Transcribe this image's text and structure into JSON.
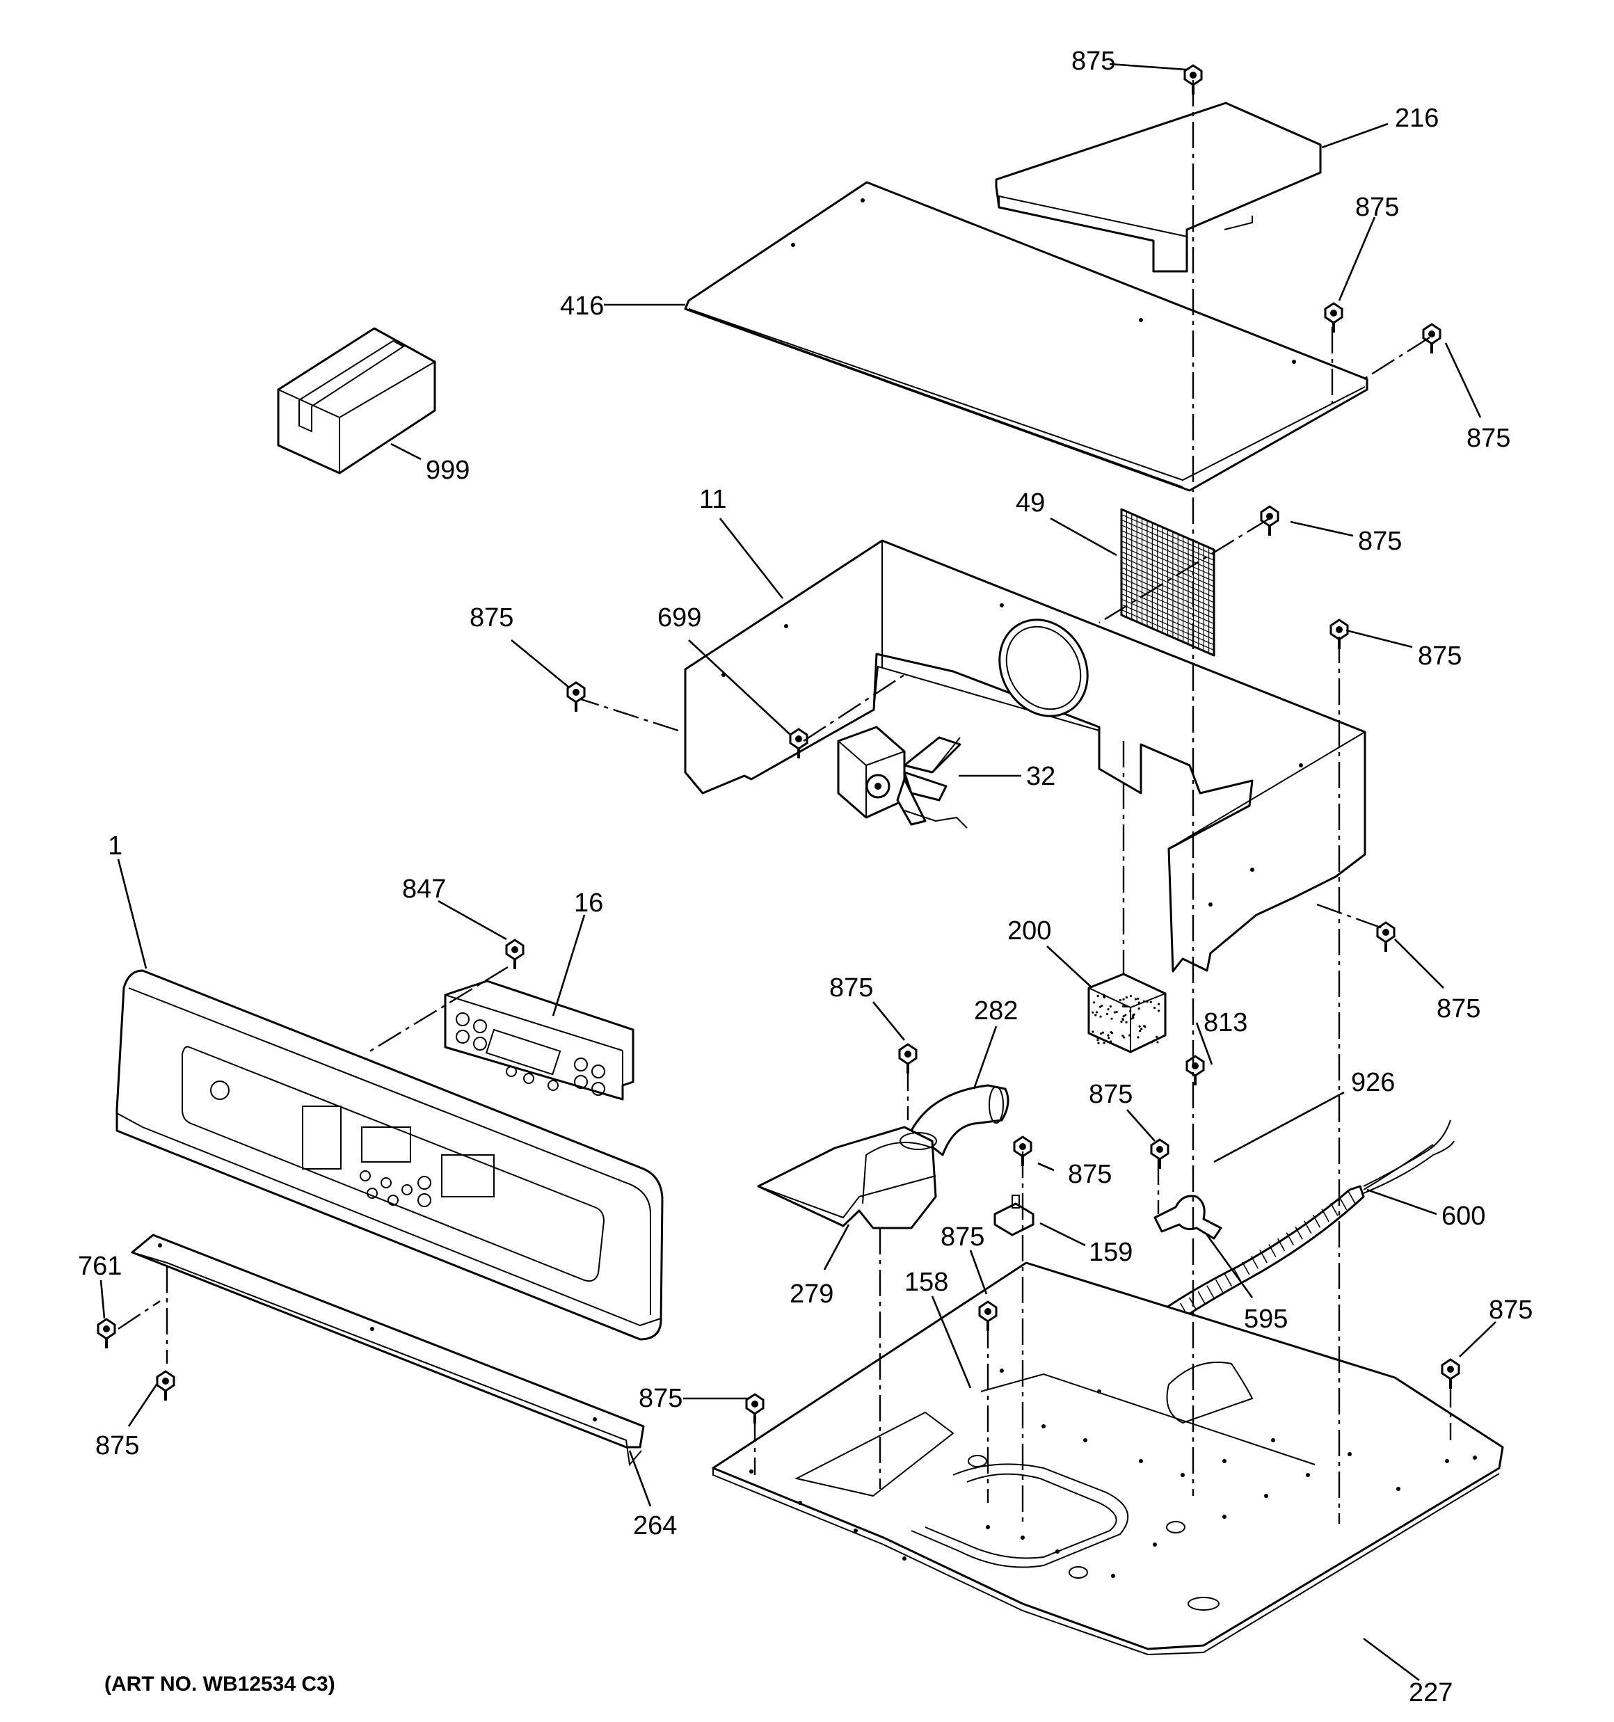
{
  "diagram": {
    "art_number": "(ART NO. WB12534 C3)",
    "callouts": {
      "c875_top": "875",
      "c216": "216",
      "c875_r1": "875",
      "c416": "416",
      "c875_r2": "875",
      "c999": "999",
      "c11": "11",
      "c49": "49",
      "c875_r3": "875",
      "c875_l1": "875",
      "c699": "699",
      "c875_r4": "875",
      "c32": "32",
      "c1": "1",
      "c847": "847",
      "c16": "16",
      "c200": "200",
      "c875_r5": "875",
      "c875_m1": "875",
      "c282": "282",
      "c813": "813",
      "c926": "926",
      "c875_m2": "875",
      "c875_m3": "875",
      "c600": "600",
      "c279": "279",
      "c159": "159",
      "c875_m4": "875",
      "c761": "761",
      "c158": "158",
      "c595": "595",
      "c875_r6": "875",
      "c875_l2": "875",
      "c875_b1": "875",
      "c264": "264",
      "c227": "227"
    }
  }
}
